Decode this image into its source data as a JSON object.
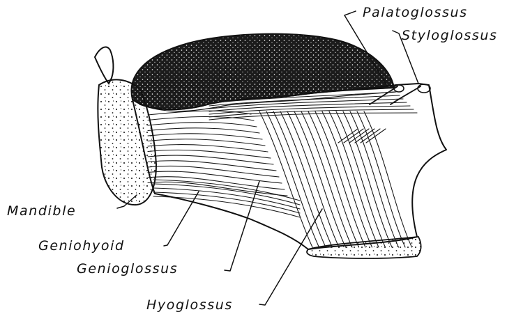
{
  "labels": {
    "palatoglossus": "Palatoglossus",
    "styloglossus": "Styloglossus",
    "mandible": "Mandible",
    "geniohyoid": "Geniohyoid",
    "genioglossus": "Genioglossus",
    "hyoglossus": "Hyoglossus"
  },
  "colors": {
    "ink": "#111111",
    "background": "#ffffff"
  }
}
